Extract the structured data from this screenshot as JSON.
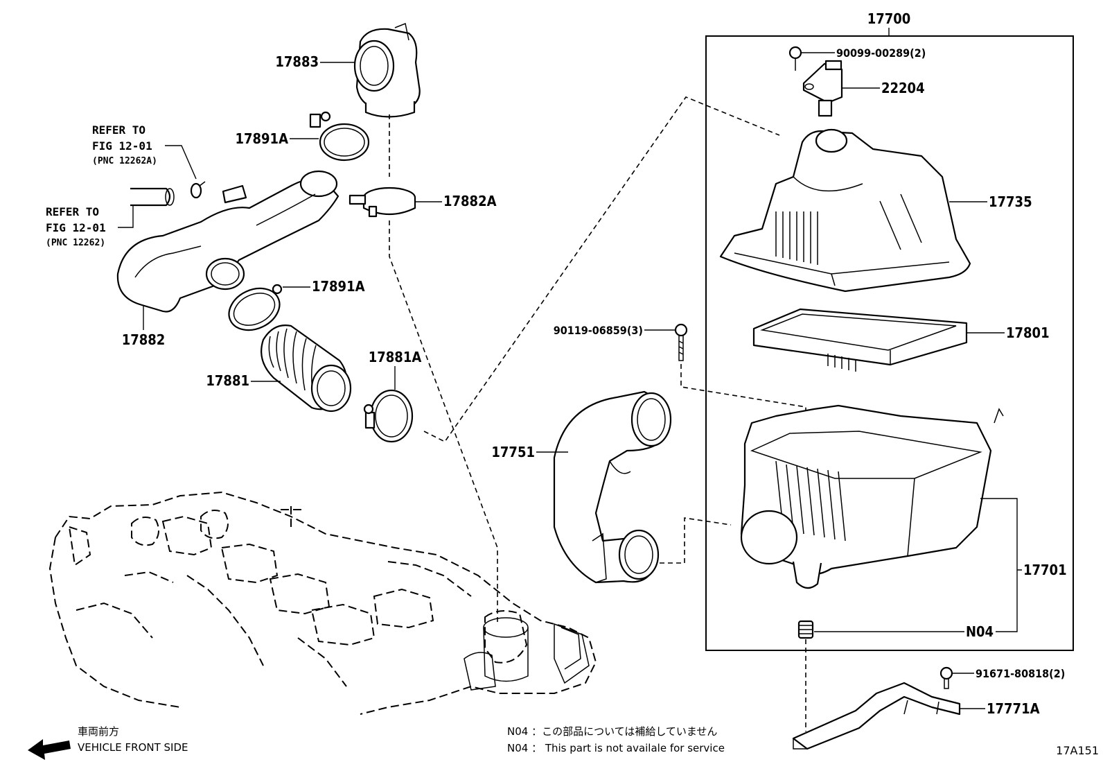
{
  "assembly_box_label": "17700",
  "parts": {
    "p17883": "17883",
    "p17891A_top": "17891A",
    "p17882A": "17882A",
    "p17891A_mid": "17891A",
    "p17882": "17882",
    "p17881": "17881",
    "p17881A": "17881A",
    "p90099": "90099-00289(2)",
    "p22204": "22204",
    "p17735": "17735",
    "p90119": "90119-06859(3)",
    "p17801": "17801",
    "p17751": "17751",
    "p17701": "17701",
    "pN04": "N04",
    "p91671": "91671-80818(2)",
    "p17771A": "17771A"
  },
  "references": [
    {
      "line1": "REFER TO",
      "line2": "FIG 12-01",
      "pnc": "(PNC 12262A)"
    },
    {
      "line1": "REFER TO",
      "line2": "FIG 12-01",
      "pnc": "(PNC 12262)"
    }
  ],
  "direction": {
    "jp": "車両前方",
    "en": "VEHICLE FRONT SIDE"
  },
  "notes": {
    "jp": "N04 ：この部品については補給していません",
    "en": "N04 ：  This part is not availale for service"
  },
  "figure_id": "17A151"
}
